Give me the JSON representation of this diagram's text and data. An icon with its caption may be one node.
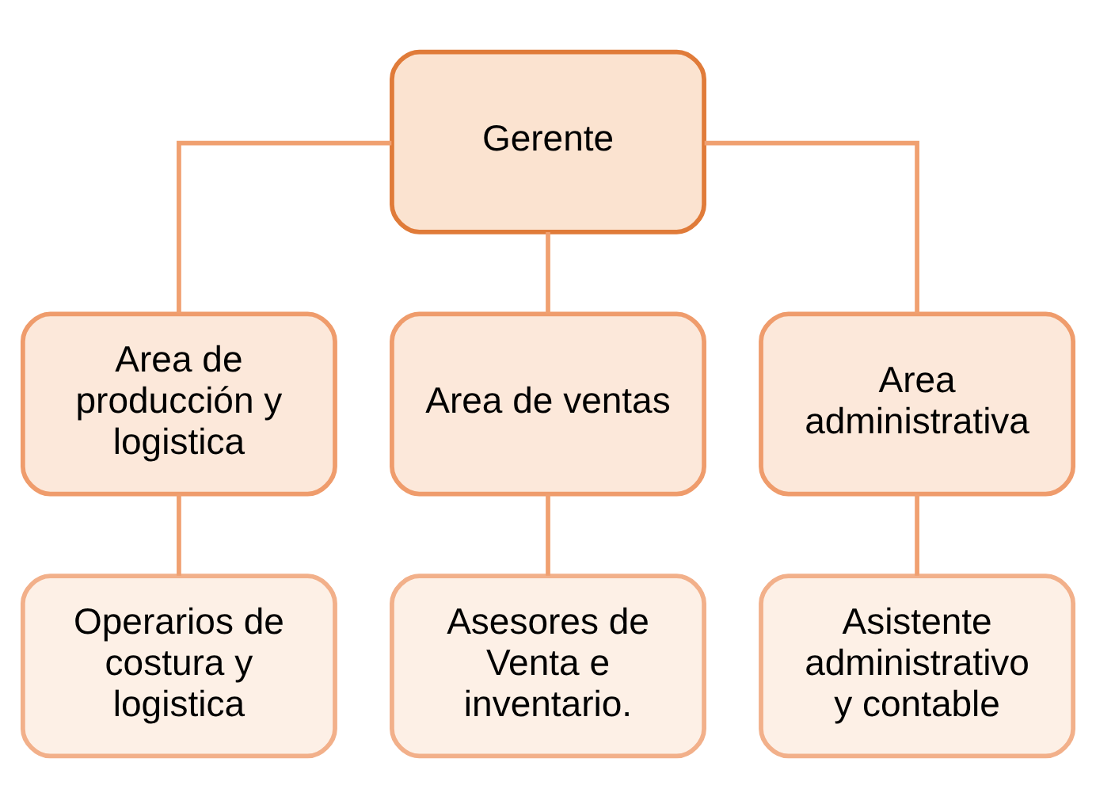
{
  "diagram": {
    "nodes": [
      {
        "text": [
          "Gerente"
        ]
      },
      {
        "text": [
          "Area de producción y logistica"
        ]
      },
      {
        "text": [
          "Area de ventas"
        ]
      },
      {
        "text": [
          "Area administrativa"
        ]
      },
      {
        "text": [
          "Operarios de costura y logistica"
        ]
      },
      {
        "text": [
          "Asesores de Venta e inventario."
        ]
      },
      {
        "text": [
          "Asistente administrativo y contable"
        ]
      }
    ],
    "edges": [
      {
        "from": 0,
        "to": 1,
        "arrow": "none"
      },
      {
        "from": 0,
        "to": 2,
        "arrow": "none"
      },
      {
        "from": 0,
        "to": 3,
        "arrow": "none"
      },
      {
        "from": 1,
        "to": 4,
        "arrow": "none"
      },
      {
        "from": 2,
        "to": 5,
        "arrow": "none"
      },
      {
        "from": 3,
        "to": 6,
        "arrow": "none"
      }
    ]
  }
}
